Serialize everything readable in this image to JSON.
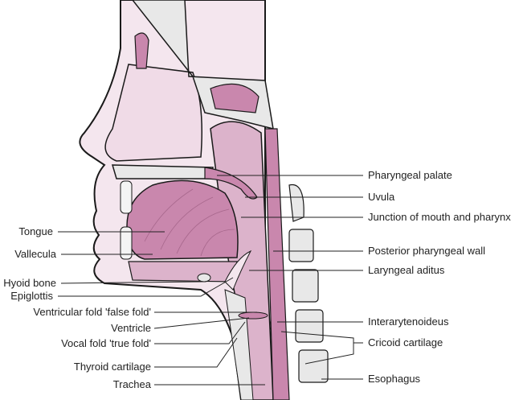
{
  "title": "Sagittal section of head and neck",
  "colors": {
    "soft_tissue": "#f1dde8",
    "muscle": "#c987ad",
    "pharynx": "#dcb3cb",
    "bone": "#e9e9e9",
    "outline": "#1a1a1a"
  },
  "labels_left": {
    "tongue": "Tongue",
    "vallecula": "Vallecula",
    "hyoid": "Hyoid bone",
    "epiglottis": "Epiglottis",
    "ventricular_fold": "Ventricular fold 'false fold'",
    "ventricle": "Ventricle",
    "vocal_fold": "Vocal fold 'true fold'",
    "thyroid": "Thyroid cartilage",
    "trachea": "Trachea"
  },
  "labels_right": {
    "pharyngeal_palate": "Pharyngeal palate",
    "uvula": "Uvula",
    "junction": "Junction of mouth and pharynx",
    "posterior_wall": "Posterior pharyngeal wall",
    "laryngeal_aditus": "Laryngeal aditus",
    "interarytenoideus": "Interarytenoideus",
    "cricoid": "Cricoid cartilage",
    "esophagus": "Esophagus"
  }
}
